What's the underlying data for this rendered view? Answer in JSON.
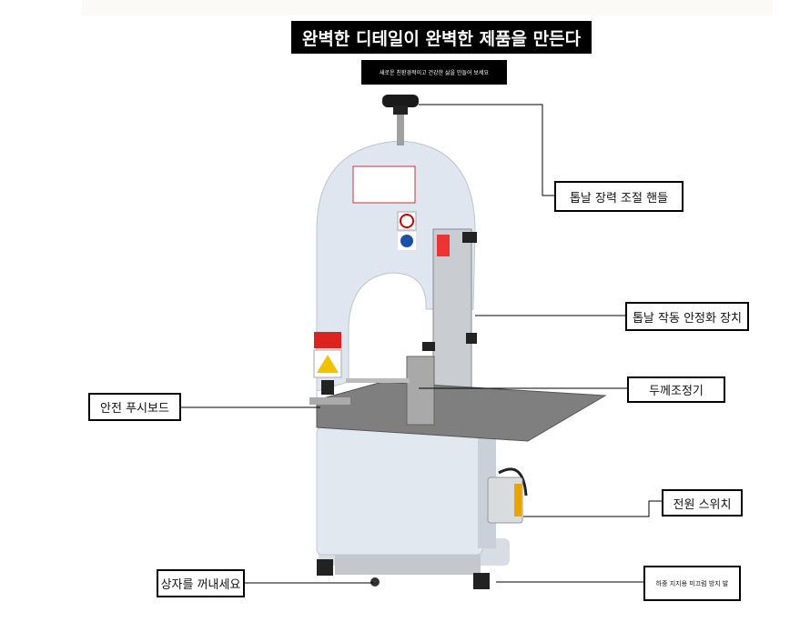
{
  "header": {
    "title": "완벽한 디테일이 완벽한 제품을 만든다",
    "subtitle": "새로운 친환경적이고 건강한 삶을 만들어 보세요"
  },
  "callouts": [
    {
      "label": "톱날 장력 조절 핸들"
    },
    {
      "label": "톱날 작동 안정화 장치"
    },
    {
      "label": "두께조정기"
    },
    {
      "label": "안전 푸시보드"
    },
    {
      "label": "전원 스위치"
    },
    {
      "label": "상자를 꺼내세요"
    },
    {
      "label": "하중 지지용 미끄럼 방지 발"
    }
  ],
  "colors": {
    "body": "#dfe6ef",
    "steel": "#9c9c9c",
    "label_bg": "#000000"
  }
}
